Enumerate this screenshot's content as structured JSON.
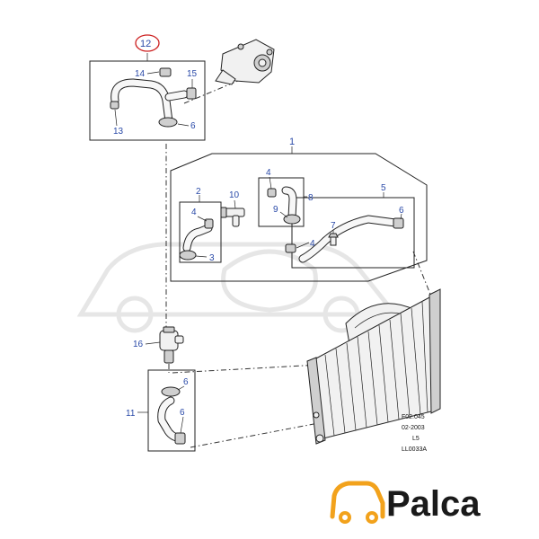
{
  "callouts": {
    "c1": "1",
    "c2": "2",
    "c3": "3",
    "c4a": "4",
    "c4b": "4",
    "c4c": "4",
    "c5": "5",
    "c6a": "6",
    "c6b": "6",
    "c6c": "6",
    "c6d": "6",
    "c7": "7",
    "c8": "8",
    "c9": "9",
    "c10": "10",
    "c11": "11",
    "c12": "12",
    "c13": "13",
    "c14": "14",
    "c15": "15",
    "c16": "16"
  },
  "reference": {
    "line1": "F02.045",
    "line2": "02-2003",
    "line3": "L5",
    "line4": "LL0033A"
  },
  "logo": {
    "text": "Palca",
    "color": "#1b4fa0",
    "accent_color": "#f2a21c"
  },
  "colors": {
    "callout": "#2a4aa8",
    "highlight_ring": "#cc1f1f"
  }
}
